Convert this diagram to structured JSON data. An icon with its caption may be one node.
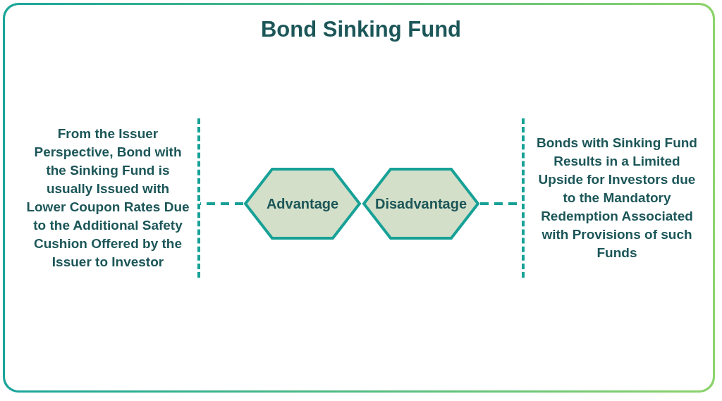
{
  "diagram": {
    "title": "Bond Sinking Fund",
    "nodes": [
      {
        "text": [
          "From the Issuer Perspective, Bond with the Sinking Fund is usually Issued with Lower Coupon Rates Due to the Additional Safety Cushion Offered by the Issuer to Investor"
        ]
      },
      {
        "text": [
          "Advantage"
        ]
      },
      {
        "text": [
          "Disadvantage"
        ]
      },
      {
        "text": [
          "Bonds with Sinking Fund Results in a Limited Upside for Investors due to the Mandatory Redemption Associated with Provisions of such Funds"
        ]
      }
    ],
    "edges": [
      {
        "from": 1,
        "to": 0,
        "arrow": "none",
        "style": "dashed"
      },
      {
        "from": 2,
        "to": 3,
        "arrow": "none",
        "style": "dashed"
      }
    ]
  }
}
